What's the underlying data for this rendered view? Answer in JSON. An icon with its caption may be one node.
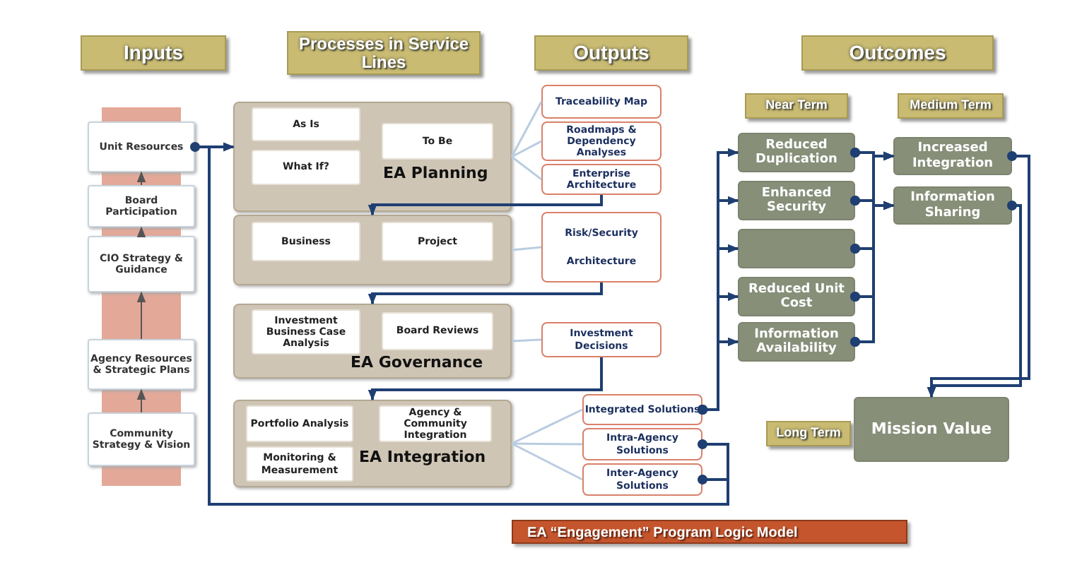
{
  "diagram": {
    "title": "EA “Engagement” Program Logic Model",
    "nodes": [
      {
        "text": [
          "Unit Resources"
        ]
      },
      {
        "text": [
          "Board Participation"
        ]
      },
      {
        "text": [
          "CIO Strategy & Guidance"
        ]
      },
      {
        "text": [
          "Agency Resources & Strategic Plans"
        ]
      },
      {
        "text": [
          "Community Strategy & Vision"
        ]
      },
      {
        "text": [
          "EA Planning"
        ]
      },
      {
        "text": [
          "As Is"
        ],
        "in": 5
      },
      {
        "text": [
          "What If?"
        ],
        "in": 5
      },
      {
        "text": [
          "To Be"
        ],
        "in": 5
      },
      {
        "text": [],
        "shape": "box"
      },
      {
        "text": [
          "Business"
        ],
        "in": 9
      },
      {
        "text": [
          "Project"
        ],
        "in": 9
      },
      {
        "text": [
          "EA Governance"
        ]
      },
      {
        "text": [
          "Investment Business Case Analysis"
        ],
        "in": 12
      },
      {
        "text": [
          "Board Reviews"
        ],
        "in": 12
      },
      {
        "text": [
          "EA Integration"
        ]
      },
      {
        "text": [
          "Portfolio Analysis"
        ],
        "in": 15
      },
      {
        "text": [
          "Agency & Community Integration"
        ],
        "in": 15
      },
      {
        "text": [
          "Monitoring & Measurement"
        ],
        "in": 15
      },
      {
        "text": [
          "Traceability Map"
        ]
      },
      {
        "text": [
          "Roadmaps & Dependency Analyses"
        ]
      },
      {
        "text": [
          "Enterprise Architecture"
        ]
      },
      {
        "text": [
          "Risk/Security",
          "Architecture"
        ]
      },
      {
        "text": [
          "Investment Decisions"
        ]
      },
      {
        "text": [
          "Integrated Solutions"
        ]
      },
      {
        "text": [
          "Intra-Agency Solutions"
        ]
      },
      {
        "text": [
          "Inter-Agency Solutions"
        ]
      },
      {
        "text": [
          "Reduced Duplication"
        ]
      },
      {
        "text": [
          "Enhanced Security"
        ]
      },
      {
        "text": [],
        "shape": "box"
      },
      {
        "text": [
          "Reduced Unit Cost"
        ]
      },
      {
        "text": [
          "Information Availability"
        ]
      },
      {
        "text": [
          "Increased Integration"
        ]
      },
      {
        "text": [
          "Information Sharing"
        ]
      },
      {
        "text": [
          "Mission Value"
        ],
        "beside": [
          "Long Term"
        ]
      }
    ],
    "edges": [
      {
        "from": 1,
        "to": 0,
        "arrow": "to",
        "color": "#555555"
      },
      {
        "from": 2,
        "to": 1,
        "arrow": "to",
        "color": "#555555"
      },
      {
        "from": 3,
        "to": 2,
        "arrow": "to",
        "color": "#555555"
      },
      {
        "from": 4,
        "to": 3,
        "arrow": "to",
        "color": "#555555"
      },
      {
        "from": 0,
        "to": 5,
        "arrow": "to"
      },
      {
        "from": 25,
        "to": 5,
        "arrow": "to"
      },
      {
        "from": 26,
        "to": 5,
        "arrow": "to"
      },
      {
        "from": 5,
        "to": 19,
        "arrow": "none",
        "color": "#b9cde0"
      },
      {
        "from": 5,
        "to": 20,
        "arrow": "none",
        "color": "#b9cde0"
      },
      {
        "from": 5,
        "to": 21,
        "arrow": "none",
        "color": "#b9cde0"
      },
      {
        "from": 9,
        "to": 22,
        "arrow": "none",
        "color": "#b9cde0"
      },
      {
        "from": 12,
        "to": 23,
        "arrow": "none",
        "color": "#b9cde0"
      },
      {
        "from": 15,
        "to": 24,
        "arrow": "none",
        "color": "#b9cde0"
      },
      {
        "from": 15,
        "to": 25,
        "arrow": "none",
        "color": "#b9cde0"
      },
      {
        "from": 15,
        "to": 26,
        "arrow": "none",
        "color": "#b9cde0"
      },
      {
        "from": 21,
        "to": 9,
        "arrow": "to"
      },
      {
        "from": 22,
        "to": 12,
        "arrow": "to"
      },
      {
        "from": 23,
        "to": 15,
        "arrow": "to"
      },
      {
        "from": 24,
        "to": 27,
        "arrow": "to"
      },
      {
        "from": 24,
        "to": 28,
        "arrow": "to"
      },
      {
        "from": 24,
        "to": 29,
        "arrow": "to"
      },
      {
        "from": 24,
        "to": 30,
        "arrow": "to"
      },
      {
        "from": 24,
        "to": 31,
        "arrow": "to"
      },
      {
        "from": 27,
        "to": 32,
        "arrow": "to"
      },
      {
        "from": 27,
        "to": 33,
        "arrow": "to"
      },
      {
        "from": 28,
        "to": 32,
        "arrow": "to"
      },
      {
        "from": 28,
        "to": 33,
        "arrow": "to"
      },
      {
        "from": 29,
        "to": 32,
        "arrow": "to"
      },
      {
        "from": 29,
        "to": 33,
        "arrow": "to"
      },
      {
        "from": 30,
        "to": 32,
        "arrow": "to"
      },
      {
        "from": 30,
        "to": 33,
        "arrow": "to"
      },
      {
        "from": 31,
        "to": 32,
        "arrow": "to"
      },
      {
        "from": 31,
        "to": 33,
        "arrow": "to"
      },
      {
        "from": 32,
        "to": 34,
        "arrow": "to"
      },
      {
        "from": 33,
        "to": 34,
        "arrow": "to"
      }
    ],
    "labels": [
      "Inputs",
      "Processes in Service Lines",
      "Outputs",
      "Outcomes",
      "Near Term",
      "Medium Term"
    ]
  }
}
